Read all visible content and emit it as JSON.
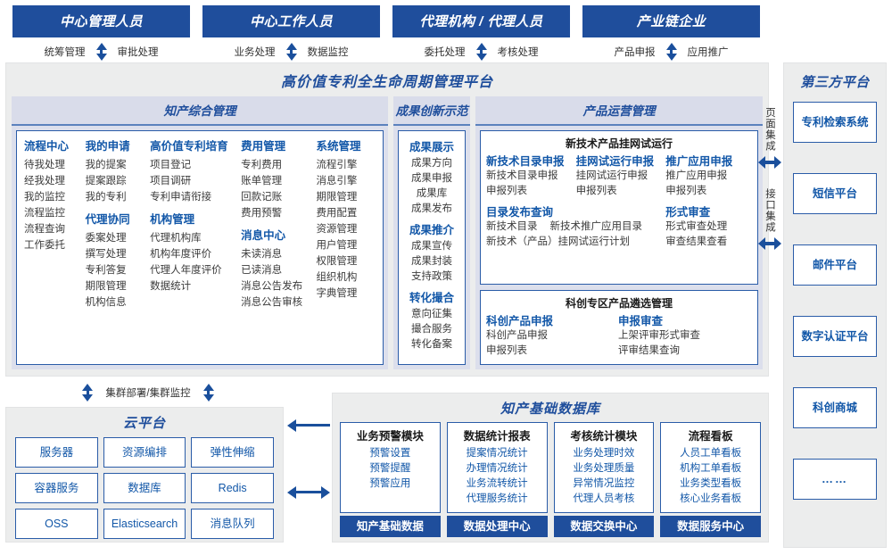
{
  "actors": [
    {
      "title": "中心管理人员",
      "left": "统筹管理",
      "right": "审批处理"
    },
    {
      "title": "中心工作人员",
      "left": "业务处理",
      "right": "数据监控"
    },
    {
      "title": "代理机构 / 代理人员",
      "left": "委托处理",
      "right": "考核处理"
    },
    {
      "title": "产业链企业",
      "left": "产品申报",
      "right": "应用推广"
    }
  ],
  "platform": {
    "title": "高价值专利全生命周期管理平台",
    "sections": {
      "zhichan": {
        "head": "知产综合管理",
        "columns": [
          {
            "groups": [
              {
                "head": "流程中心",
                "items": [
                  "待我处理",
                  "经我处理",
                  "我的监控",
                  "流程监控",
                  "流程查询",
                  "工作委托"
                ]
              }
            ]
          },
          {
            "groups": [
              {
                "head": "我的申请",
                "items": [
                  "我的提案",
                  "提案跟踪",
                  "我的专利"
                ]
              },
              {
                "head": "代理协同",
                "items": [
                  "委案处理",
                  "撰写处理",
                  "专利答复",
                  "期限管理",
                  "机构信息"
                ]
              }
            ]
          },
          {
            "groups": [
              {
                "head": "高价值专利培育",
                "items": [
                  "项目登记",
                  "项目调研",
                  "专利申请衔接"
                ]
              },
              {
                "head": "机构管理",
                "items": [
                  "代理机构库",
                  "机构年度评价",
                  "代理人年度评价",
                  "数据统计"
                ]
              }
            ]
          },
          {
            "groups": [
              {
                "head": "费用管理",
                "items": [
                  "专利费用",
                  "账单管理",
                  "回款记账",
                  "费用预警"
                ]
              },
              {
                "head": "消息中心",
                "items": [
                  "未读消息",
                  "已读消息",
                  "消息公告发布",
                  "消息公告审核"
                ]
              }
            ]
          },
          {
            "groups": [
              {
                "head": "系统管理",
                "items": [
                  "流程引擎",
                  "消息引擎",
                  "期限管理",
                  "费用配置",
                  "资源管理",
                  "用户管理",
                  "权限管理",
                  "组织机构",
                  "字典管理"
                ]
              }
            ]
          }
        ]
      },
      "chengguo": {
        "head": "成果创新示范",
        "groups": [
          {
            "head": "成果展示",
            "items": [
              "成果方向",
              "成果申报",
              "成果库",
              "成果发布"
            ]
          },
          {
            "head": "成果推介",
            "items": [
              "成果宣传",
              "成果封装",
              "支持政策"
            ]
          },
          {
            "head": "转化撮合",
            "items": [
              "意向征集",
              "撮合服务",
              "转化备案"
            ]
          }
        ]
      },
      "chanpin": {
        "head": "产品运营管理",
        "box1": {
          "title": "新技术产品挂网试运行",
          "row1": [
            {
              "head": "新技术目录申报",
              "items": [
                "新技术目录申报",
                "申报列表"
              ]
            },
            {
              "head": "挂网试运行申报",
              "items": [
                "挂网试运行申报",
                "申报列表"
              ]
            },
            {
              "head": "推广应用申报",
              "items": [
                "推广应用申报",
                "申报列表"
              ]
            }
          ],
          "row2_left_head": "目录发布查询",
          "row2_left_items": [
            "新技术目录",
            "新技术推广应用目录",
            "新技术（产品）挂网试运行计划"
          ],
          "row2_right_head": "形式审查",
          "row2_right_items": [
            "形式审查处理",
            "审查结果查看"
          ]
        },
        "box2": {
          "title": "科创专区产品遴选管理",
          "cols": [
            {
              "head": "科创产品申报",
              "items": [
                "科创产品申报",
                "申报列表"
              ]
            },
            {
              "head": "申报审查",
              "items": [
                "上架评审形式审查",
                "评审结果查询"
              ]
            }
          ]
        }
      }
    }
  },
  "integration": {
    "top_label": "页面集成",
    "bottom_label": "接口集成"
  },
  "third_party": {
    "title": "第三方平台",
    "items": [
      "专利检索系统",
      "短信平台",
      "邮件平台",
      "数字认证平台",
      "科创商城",
      "……"
    ]
  },
  "cluster": {
    "label": "集群部署/集群监控"
  },
  "cloud": {
    "title": "云平台",
    "cells": [
      "服务器",
      "资源编排",
      "弹性伸缩",
      "容器服务",
      "数据库",
      "Redis",
      "OSS",
      "Elasticsearch",
      "消息队列"
    ]
  },
  "database": {
    "title": "知产基础数据库",
    "columns": [
      {
        "head": "业务预警模块",
        "items": [
          "预警设置",
          "预警提醒",
          "预警应用"
        ],
        "foot": "知产基础数据"
      },
      {
        "head": "数据统计报表",
        "items": [
          "提案情况统计",
          "办理情况统计",
          "业务流转统计",
          "代理服务统计"
        ],
        "foot": "数据处理中心"
      },
      {
        "head": "考核统计模块",
        "items": [
          "业务处理时效",
          "业务处理质量",
          "异常情况监控",
          "代理人员考核"
        ],
        "foot": "数据交换中心"
      },
      {
        "head": "流程看板",
        "items": [
          "人员工单看板",
          "机构工单看板",
          "业务类型看板",
          "核心业务看板"
        ],
        "foot": "数据服务中心"
      }
    ]
  },
  "colors": {
    "brand": "#1f4e9c",
    "accent": "#1257a8",
    "panel": "#eceded",
    "sect_head": "#d9dcea"
  }
}
